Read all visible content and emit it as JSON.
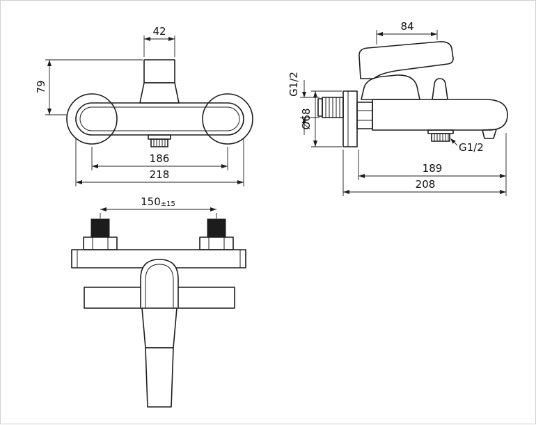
{
  "front_view": {
    "dim_handle_width": "42",
    "dim_height": "79",
    "dim_hole_centers": "186",
    "dim_overall_width": "218"
  },
  "side_view": {
    "dim_lever_length": "84",
    "dim_inlet_thread": "G1/2",
    "dim_escutcheon_diameter": "Ø68",
    "dim_outlet_thread": "G1/2",
    "dim_body_depth": "189",
    "dim_overall_depth": "208"
  },
  "bottom_view": {
    "dim_mount_centers": "150",
    "dim_mount_tolerance": "±15"
  }
}
